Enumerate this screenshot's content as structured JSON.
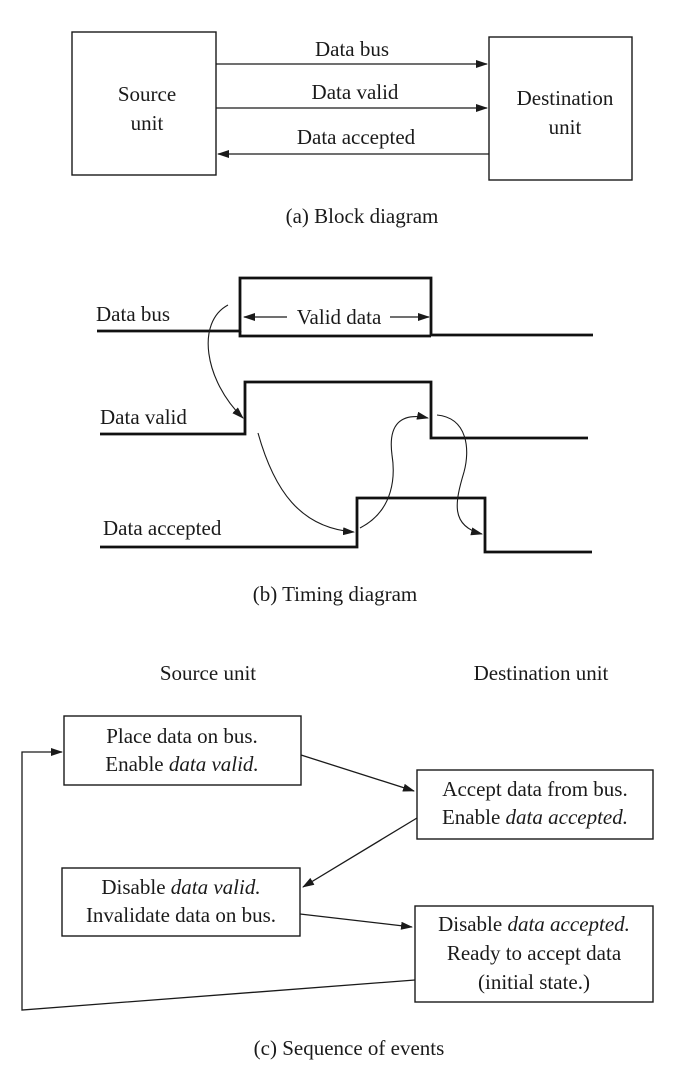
{
  "block": {
    "source": [
      "Source",
      "unit"
    ],
    "destination": [
      "Destination",
      "unit"
    ],
    "signals": [
      "Data bus",
      "Data valid",
      "Data accepted"
    ],
    "caption": "(a) Block diagram"
  },
  "timing": {
    "signals": [
      "Data bus",
      "Data valid",
      "Data accepted"
    ],
    "valid_label": "Valid data",
    "caption": "(b) Timing diagram"
  },
  "sequence": {
    "source_header": "Source unit",
    "dest_header": "Destination unit",
    "src1": {
      "line1": "Place data on bus.",
      "line2_prefix": "Enable ",
      "line2_em": "data valid",
      "line2_suffix": "."
    },
    "dst1": {
      "line1": "Accept data from bus.",
      "line2_prefix": "Enable ",
      "line2_em": "data accepted",
      "line2_suffix": "."
    },
    "src2": {
      "line1_prefix": "Disable ",
      "line1_em": "data valid",
      "line1_suffix": ".",
      "line2": "Invalidate data on bus."
    },
    "dst2": {
      "line1_prefix": "Disable ",
      "line1_em": "data accepted",
      "line1_suffix": ".",
      "line2": "Ready to accept data",
      "line3": "(initial state.)"
    },
    "caption": "(c) Sequence of events"
  }
}
